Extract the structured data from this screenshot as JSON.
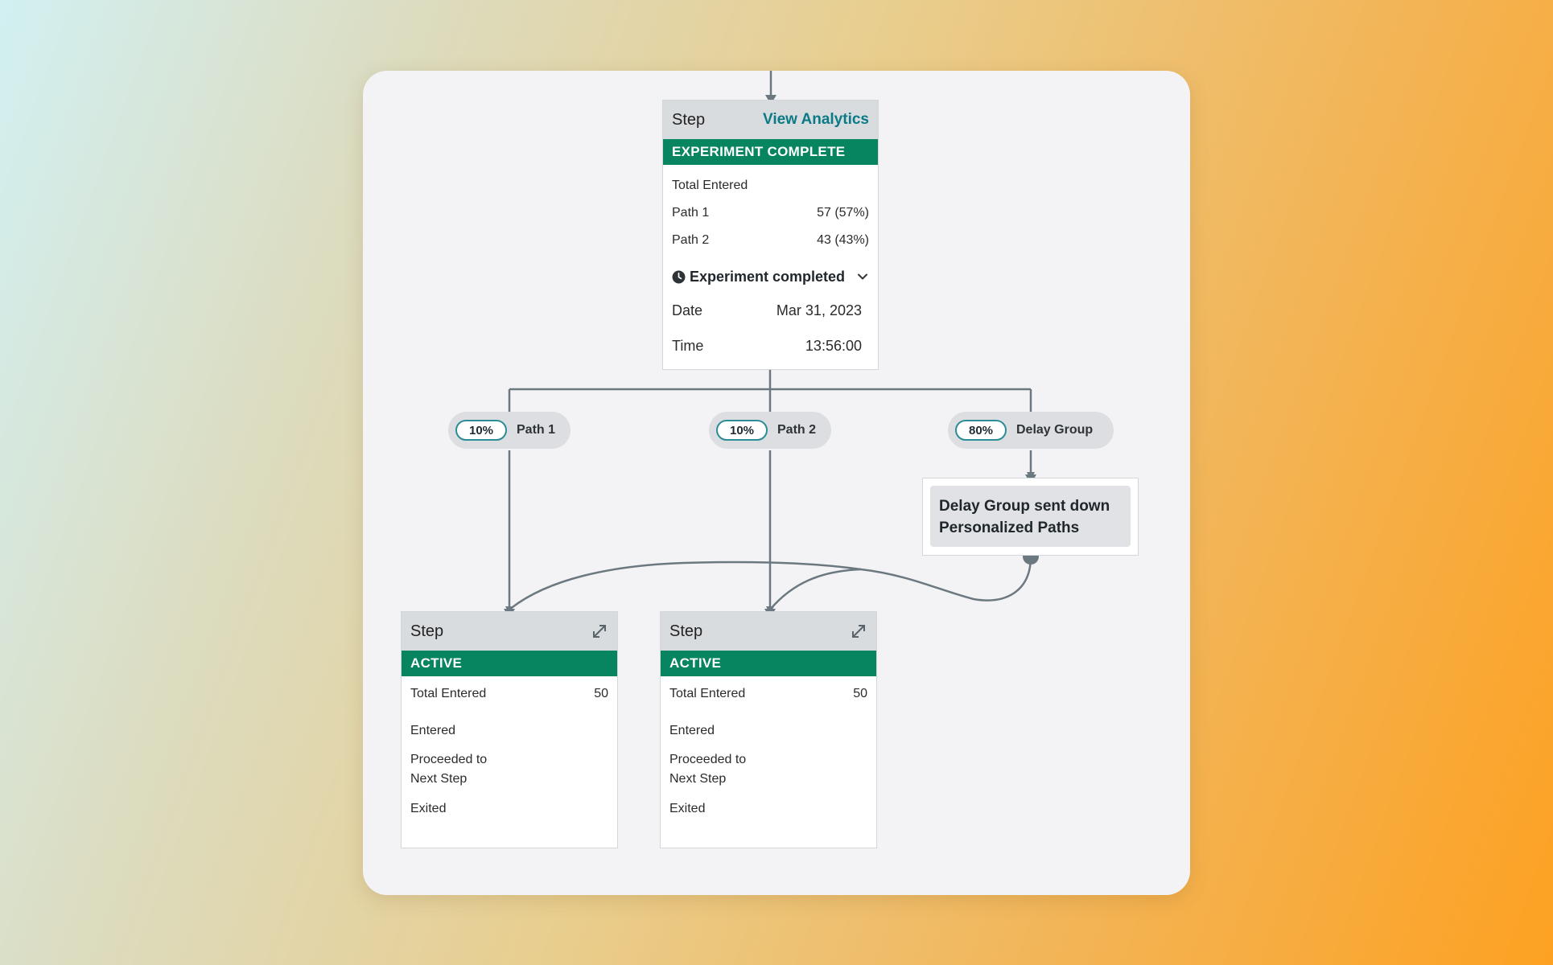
{
  "top_step": {
    "title": "Step",
    "view_analytics": "View Analytics",
    "status": "EXPERIMENT COMPLETE",
    "total_entered_label": "Total Entered",
    "paths": [
      {
        "label": "Path 1",
        "value": "57 (57%)"
      },
      {
        "label": "Path 2",
        "value": "43 (43%)"
      }
    ],
    "completed_label": "Experiment completed",
    "date_label": "Date",
    "date_value": "Mar 31, 2023",
    "time_label": "Time",
    "time_value": "13:56:00"
  },
  "branches": [
    {
      "percent": "10%",
      "label": "Path 1"
    },
    {
      "percent": "10%",
      "label": "Path 2"
    },
    {
      "percent": "80%",
      "label": "Delay Group"
    }
  ],
  "delay_group": {
    "line1": "Delay Group sent down",
    "line2": "Personalized Paths"
  },
  "bottom_steps": [
    {
      "title": "Step",
      "status": "ACTIVE",
      "total_entered_label": "Total Entered",
      "total_entered_value": "50",
      "entered_label": "Entered",
      "proceeded_line1": "Proceeded to",
      "proceeded_line2": "Next Step",
      "exited_label": "Exited"
    },
    {
      "title": "Step",
      "status": "ACTIVE",
      "total_entered_label": "Total Entered",
      "total_entered_value": "50",
      "entered_label": "Entered",
      "proceeded_line1": "Proceeded to",
      "proceeded_line2": "Next Step",
      "exited_label": "Exited"
    }
  ],
  "colors": {
    "status_green": "#078560",
    "link_teal": "#0a7b86",
    "connector": "#6c7880"
  },
  "icons": [
    "clock-icon",
    "chevron-down-icon",
    "expand-icon"
  ]
}
